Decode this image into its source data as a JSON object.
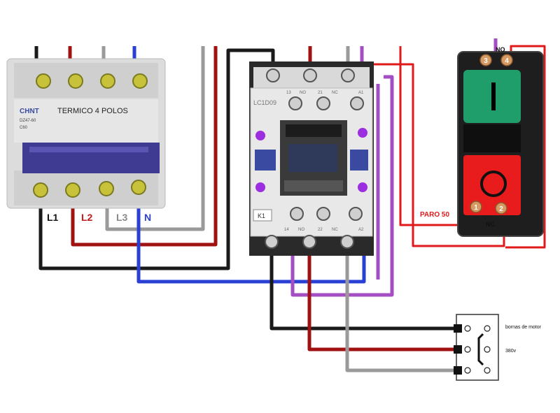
{
  "breaker": {
    "brand": "CHNT",
    "label": "TERMICO 4 POLOS",
    "model": "DZ47-60",
    "rating": "C60",
    "terminals": [
      "L1",
      "L2",
      "L3",
      "N"
    ]
  },
  "contactor": {
    "model": "LC1D09",
    "tag": "K1",
    "top_terminals": [
      "13",
      "NO",
      "21",
      "NC",
      "A1"
    ],
    "bottom_terminals": [
      "14",
      "NO",
      "22",
      "NC",
      "A2"
    ]
  },
  "pushbutton": {
    "no_label": "NO",
    "nc_label": "NC",
    "stop_label": "PARO 50",
    "top_numbers": [
      "3",
      "4"
    ],
    "bottom_numbers": [
      "1",
      "2"
    ]
  },
  "motor": {
    "label": "bornas de motor",
    "voltage": "380v"
  },
  "colors": {
    "black": "#1a1a1a",
    "darkred": "#a01212",
    "gray": "#9a9a9a",
    "blue": "#2a3fd4",
    "purple": "#a44ec4",
    "red": "#e01a1a"
  }
}
